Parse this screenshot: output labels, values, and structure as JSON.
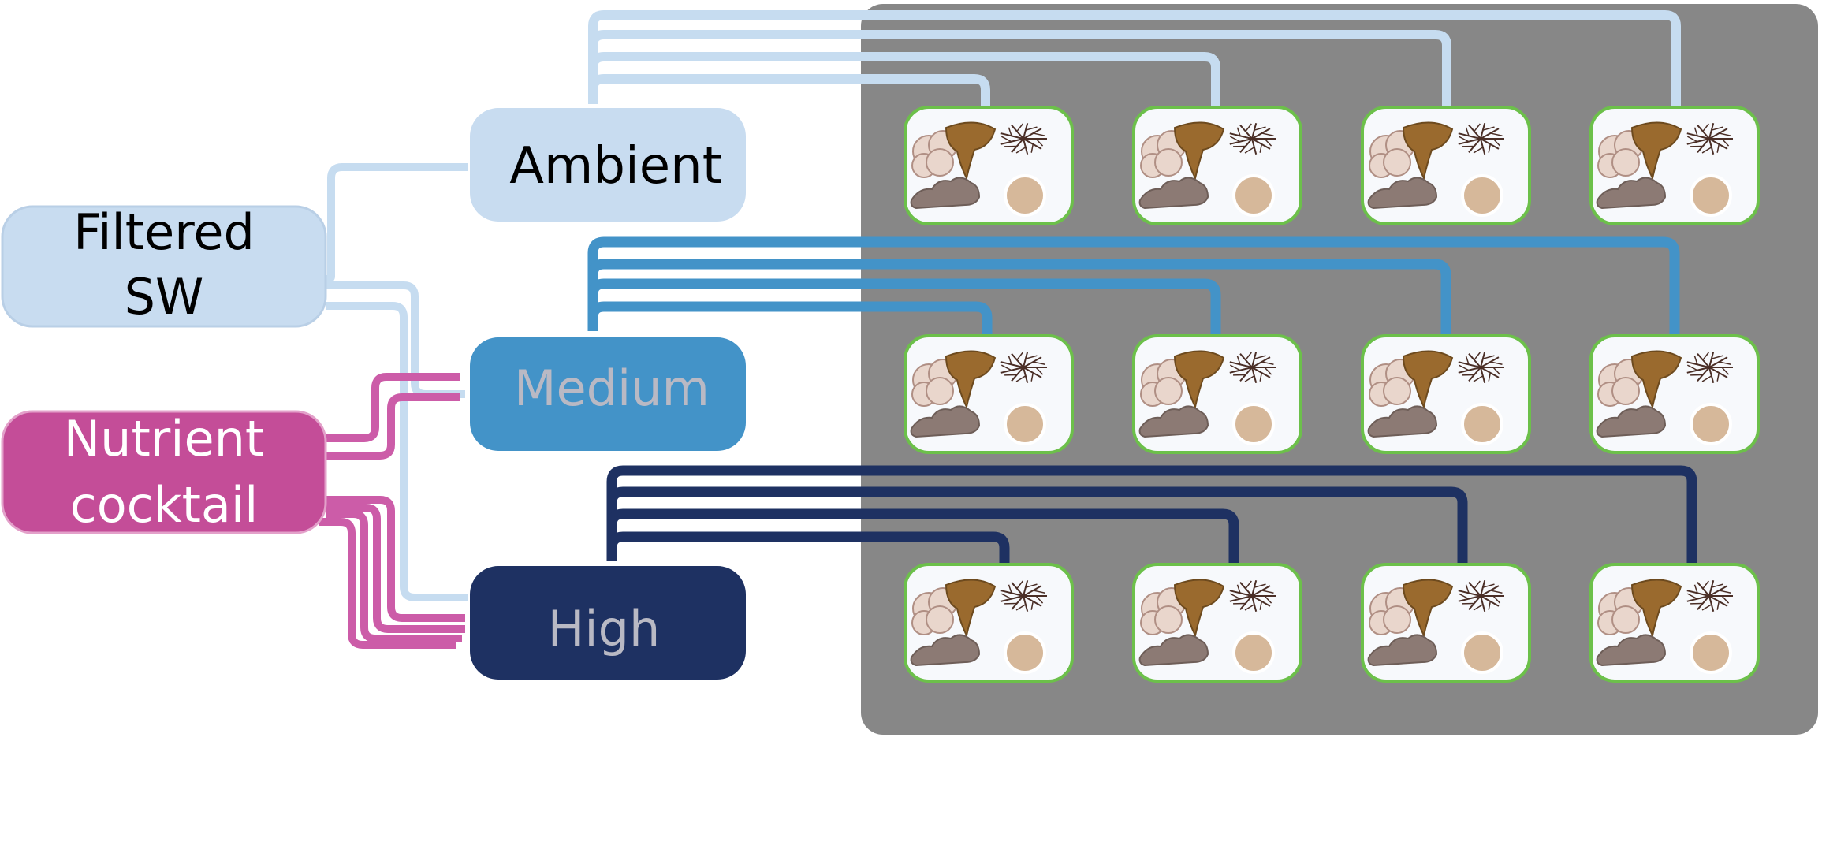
{
  "sources": {
    "filtered_sw": {
      "line1": "Filtered",
      "line2": "SW"
    },
    "nutrient": {
      "line1": "Nutrient",
      "line2": "cocktail"
    }
  },
  "levels": [
    {
      "key": "ambient",
      "label": "Ambient"
    },
    {
      "key": "medium",
      "label": "Medium"
    },
    {
      "key": "high",
      "label": "High"
    }
  ],
  "tanks": {
    "rows": 3,
    "cols": 4
  },
  "colors": {
    "filtered_sw": "#c8dcf0",
    "nutrient": "#c44d98",
    "nutrient_line": "#cc5ca8",
    "ambient_box": "#c8dcf0",
    "ambient_line": "#c6dcf0",
    "medium_box": "#4393c8",
    "medium_line": "#4393c8",
    "high_box": "#1e3162",
    "high_line": "#1e3162",
    "tank_panel": "#878787",
    "tank_border": "#6cc04a",
    "tank_fill": "#f7f9fc",
    "level_text_light": "#b9b9c4",
    "dark_text": "#000000",
    "white_text": "#ffffff"
  },
  "icons": [
    "coral-icon",
    "sponge-icon",
    "macroalgae-icon",
    "rubble-icon",
    "sediment-disc-icon"
  ]
}
